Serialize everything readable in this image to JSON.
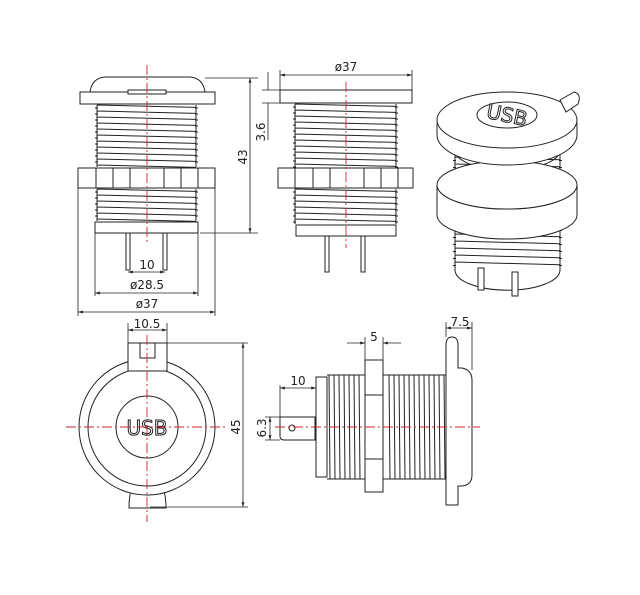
{
  "drawing": {
    "accent_centerline": "#d2202f",
    "logo_text": "USB",
    "dimensions": {
      "side_height": "43",
      "pin_spacing": "10",
      "thread_diameter": "ø28.5",
      "nut_diameter": "ø37",
      "cap_diameter": "ø37",
      "flange_thickness": "3.6",
      "tab_width": "10.5",
      "overall_height": "45",
      "nut_thickness": "5",
      "terminal_length": "10",
      "terminal_width": "6.3",
      "cap_depth": "7.5"
    }
  }
}
